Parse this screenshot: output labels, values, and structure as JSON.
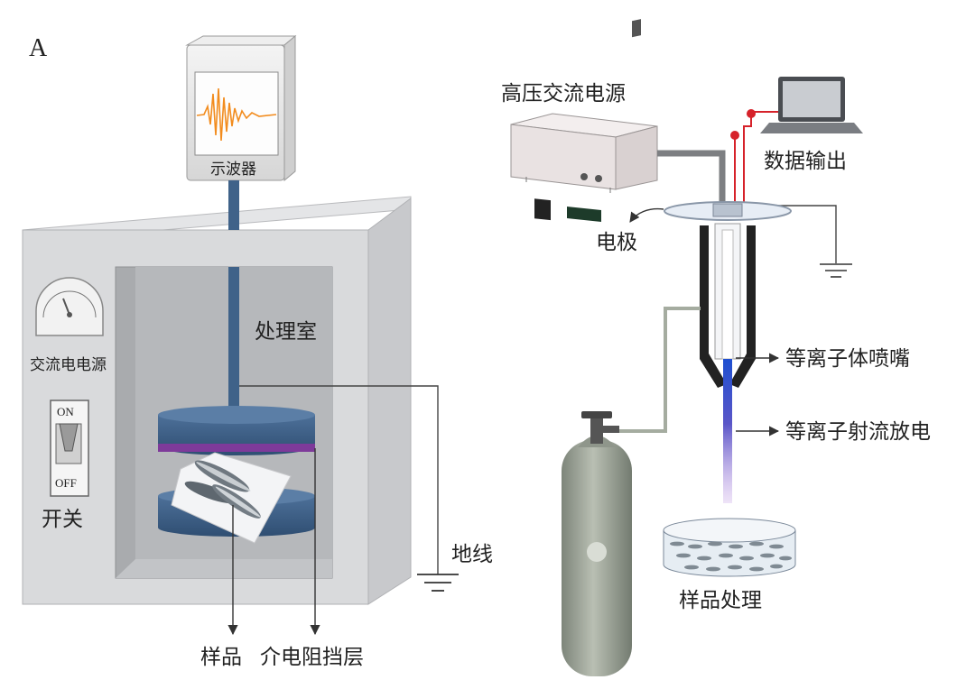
{
  "panel_label": "A",
  "left_diagram": {
    "oscilloscope_label": "示波器",
    "ac_power_label": "交流电电源",
    "switch_on_text": "ON",
    "switch_off_text": "OFF",
    "switch_label": "开关",
    "chamber_label": "处理室",
    "ground_label": "地线",
    "sample_label": "样品",
    "dielectric_label": "介电阻挡层"
  },
  "right_diagram": {
    "hv_ac_power_label": "高压交流电源",
    "data_output_label": "数据输出",
    "electrode_label": "电极",
    "nozzle_label": "等离子体喷嘴",
    "jet_label": "等离子射流放电",
    "sample_treatment_label": "样品处理"
  },
  "colors": {
    "box_gray": "#d9dadc",
    "chamber_dark": "#a9abae",
    "electrode_blue": "#3f6289",
    "dielectric_purple": "#7e3a9a",
    "signal_orange": "#f28c1e",
    "wire_red": "#d6222a",
    "gas_cylinder": "#a5aca0",
    "plasma_blue": "#2b55c9",
    "plasma_violet": "#9b5fd0"
  },
  "icons": [
    "oscilloscope-icon",
    "ac-meter-icon",
    "toggle-switch-icon",
    "ground-icon",
    "laptop-icon",
    "power-supply-icon",
    "gas-cylinder-icon",
    "fish-icon"
  ]
}
